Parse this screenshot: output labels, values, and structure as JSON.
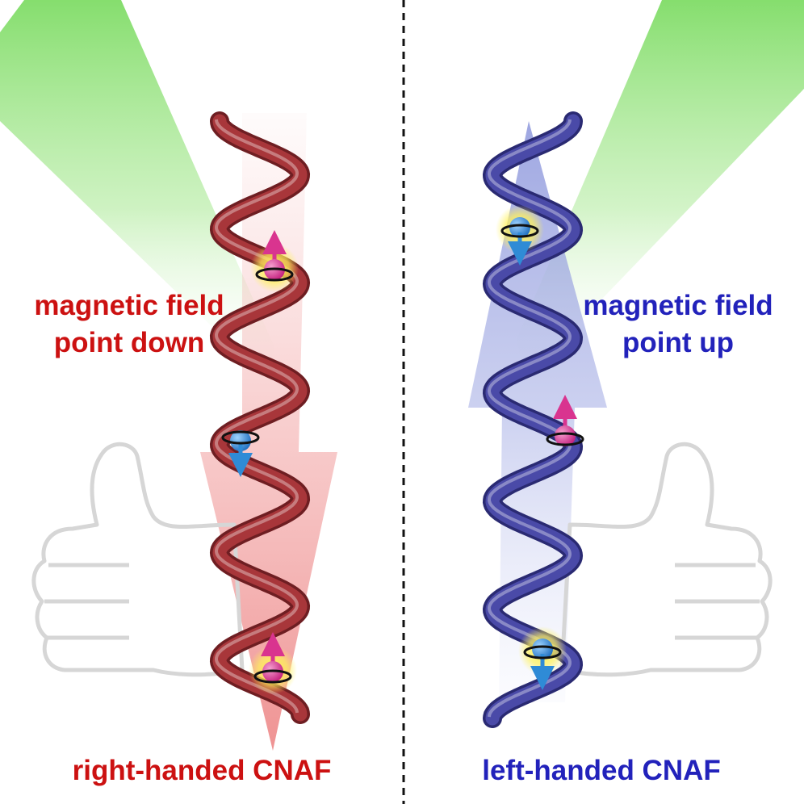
{
  "colors": {
    "right_helix": "#a8363a",
    "left_helix": "#4a4aa8",
    "red_text": "#cc1111",
    "blue_text": "#2222bb",
    "glow_green": "#8fe27a",
    "spin_up": "#d9348f",
    "spin_down": "#2f8bd6",
    "divider": "#111111"
  },
  "left_panel": {
    "field_line1": "magnetic field",
    "field_line2": "point down",
    "title": "right-handed CNAF",
    "hand_icon": "thumbs-up-icon"
  },
  "right_panel": {
    "field_line1": "magnetic field",
    "field_line2": "point up",
    "title": "left-handed CNAF",
    "hand_icon": "thumbs-up-icon"
  }
}
